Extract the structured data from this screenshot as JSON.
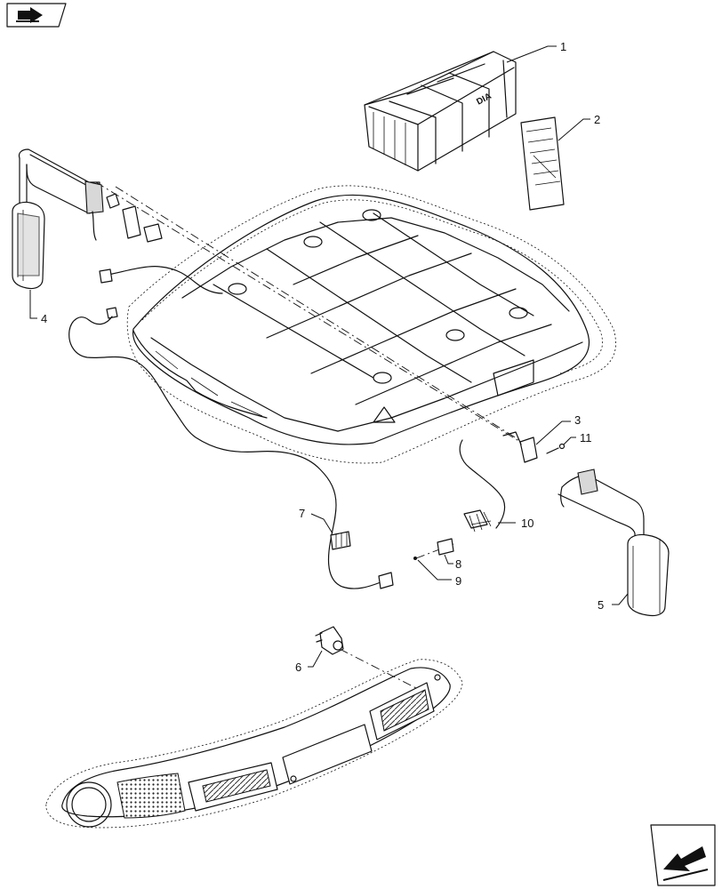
{
  "callouts": {
    "c1": "1",
    "c2": "2",
    "c3": "3",
    "c4": "4",
    "c5": "5",
    "c6": "6",
    "c7": "7",
    "c8": "8",
    "c9": "9",
    "c10": "10",
    "c11": "11"
  },
  "kit_box": {
    "label": "DIA"
  },
  "nav_icons": {
    "top_left": "book-arrow-icon",
    "bottom_right": "next-page-arrow-icon"
  }
}
